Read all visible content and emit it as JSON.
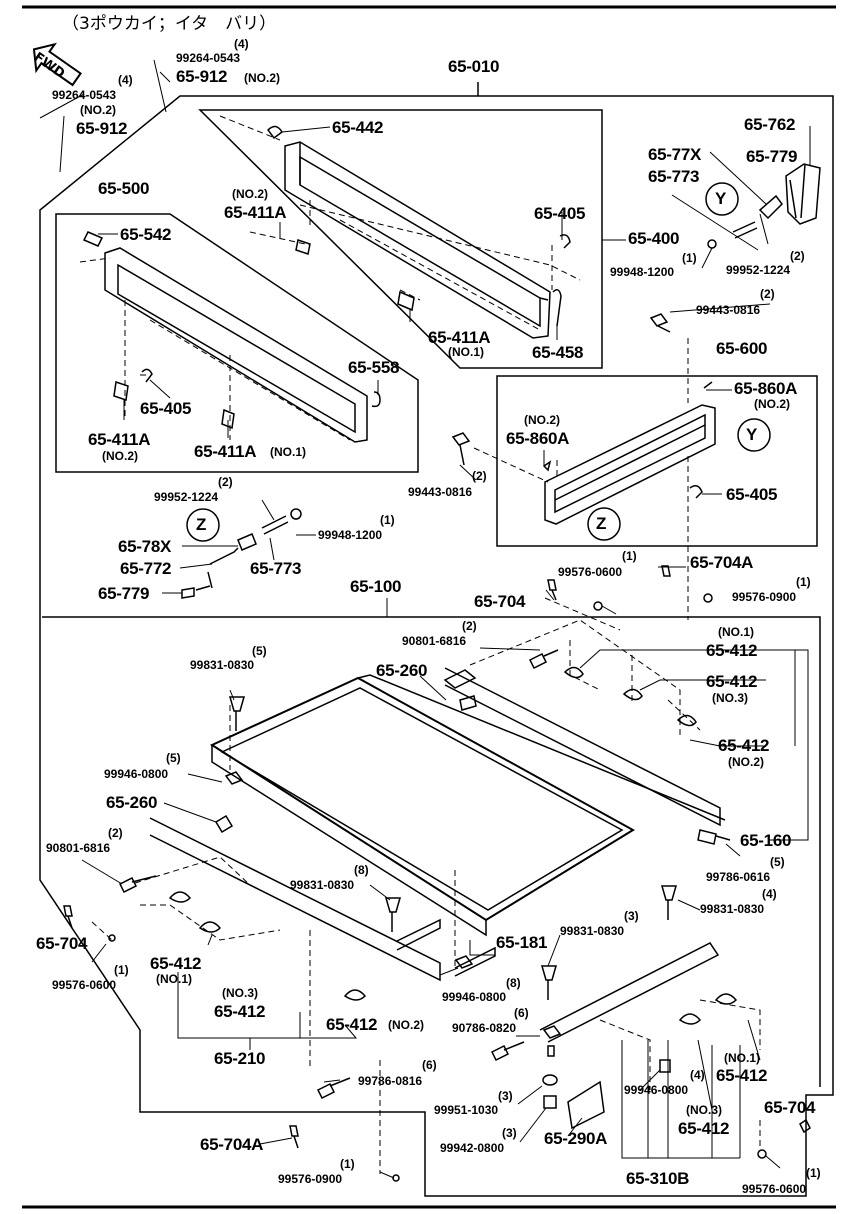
{
  "header": {
    "subtitle": "（3ポウカイ；イタ　バリ）",
    "fwd": "FWD"
  },
  "parts": {
    "p65010": "65-010",
    "p99264_a": "99264-0543",
    "p99264_a_q": "(4)",
    "p65912_a": "65-912",
    "p65912_a_n": "(NO.2)",
    "p65912_a_q": "(4)",
    "p99264_b": "99264-0543",
    "p65912_b_n": "(NO.2)",
    "p65912_b": "65-912",
    "p65442": "65-442",
    "p65500": "65-500",
    "p65542": "65-542",
    "p65411a_top_n": "(NO.2)",
    "p65411a_top": "65-411A",
    "p65405_top": "65-405",
    "p65400": "65-400",
    "p65411a_mid": "65-411A",
    "p65411a_mid_n": "(NO.1)",
    "p65458": "65-458",
    "p65558": "65-558",
    "p65405_left": "65-405",
    "p65411a_left": "65-411A",
    "p65411a_left_n": "(NO.2)",
    "p65411a_low": "65-411A",
    "p65411a_low_n": "(NO.1)",
    "p65762": "65-762",
    "p6577x": "65-77X",
    "p65779_r": "65-779",
    "p65773_r": "65-773",
    "y_mark": "Y",
    "p99948_r_q": "(1)",
    "p99948_r": "99948-1200",
    "p99952_r_q": "(2)",
    "p99952_r": "99952-1224",
    "p99443_r_q": "(2)",
    "p99443_r": "99443-0816",
    "p65600": "65-600",
    "p65860a_r": "65-860A",
    "p65860a_r_n": "(NO.2)",
    "p65860a_l_n": "(NO.2)",
    "p65860a_l": "65-860A",
    "p99443_l_q": "(2)",
    "p99443_l": "99443-0816",
    "p65405_r": "65-405",
    "z_mark": "Z",
    "p99952_l_q": "(2)",
    "p99952_l": "99952-1224",
    "p99948_l_q": "(1)",
    "p99948_l": "99948-1200",
    "p6578x": "65-78X",
    "p65772": "65-772",
    "p65773_l": "65-773",
    "p65779_l": "65-779",
    "p65100": "65-100",
    "p99576_top_q": "(1)",
    "p99576_top": "99576-0600",
    "p65704a_top": "65-704A",
    "p65704_top": "65-704",
    "p99576_r_q": "(1)",
    "p99576_r": "99576-0900",
    "p90801_top_q": "(2)",
    "p90801_top": "90801-6816",
    "p65412_n1": "(NO.1)",
    "p65412_a": "65-412",
    "p65412_b": "65-412",
    "p65412_b_n": "(NO.3)",
    "p65412_c": "65-412",
    "p65412_c_n": "(NO.2)",
    "p99831_a_q": "(5)",
    "p99831_a": "99831-0830",
    "p65260_a": "65-260",
    "p99946_a_q": "(5)",
    "p99946_a": "99946-0800",
    "p65260_b": "65-260",
    "p90801_l_q": "(2)",
    "p90801_l": "90801-6816",
    "p65160": "65-160",
    "p99786_r_q": "(5)",
    "p99786_r": "99786-0616",
    "p99831_b_q": "(8)",
    "p99831_b": "99831-0830",
    "p99831_c_q": "(4)",
    "p99831_c": "99831-0830",
    "p65704_l": "65-704",
    "p99576_l_q": "(1)",
    "p99576_l": "99576-0600",
    "p65412_d": "65-412",
    "p65412_d_n": "(NO.1)",
    "p65412_e_n": "(NO.3)",
    "p65412_e": "65-412",
    "p65412_f": "65-412",
    "p65412_f_n": "(NO.2)",
    "p65181": "65-181",
    "p99831_d_q": "(3)",
    "p99831_d": "99831-0830",
    "p99946_b_q": "(8)",
    "p99946_b": "99946-0800",
    "p90786_q": "(6)",
    "p90786": "90786-0820",
    "p65210": "65-210",
    "p99786_l_q": "(6)",
    "p99786_l": "99786-0816",
    "p99951_q": "(3)",
    "p99951": "99951-1030",
    "p99942_q": "(3)",
    "p99942": "99942-0800",
    "p65290a": "65-290A",
    "p99946_c_q": "(4)",
    "p99946_c": "99946-0800",
    "p65412_g_n": "(NO.1)",
    "p65412_g": "65-412",
    "p65412_h_n": "(NO.3)",
    "p65412_h": "65-412",
    "p65704_br": "65-704",
    "p65704a_bot": "65-704A",
    "p99576_bot_q": "(1)",
    "p99576_bot": "99576-0900",
    "p65310b": "65-310B",
    "p99576_br_q": "(1)",
    "p99576_br": "99576-0600"
  }
}
